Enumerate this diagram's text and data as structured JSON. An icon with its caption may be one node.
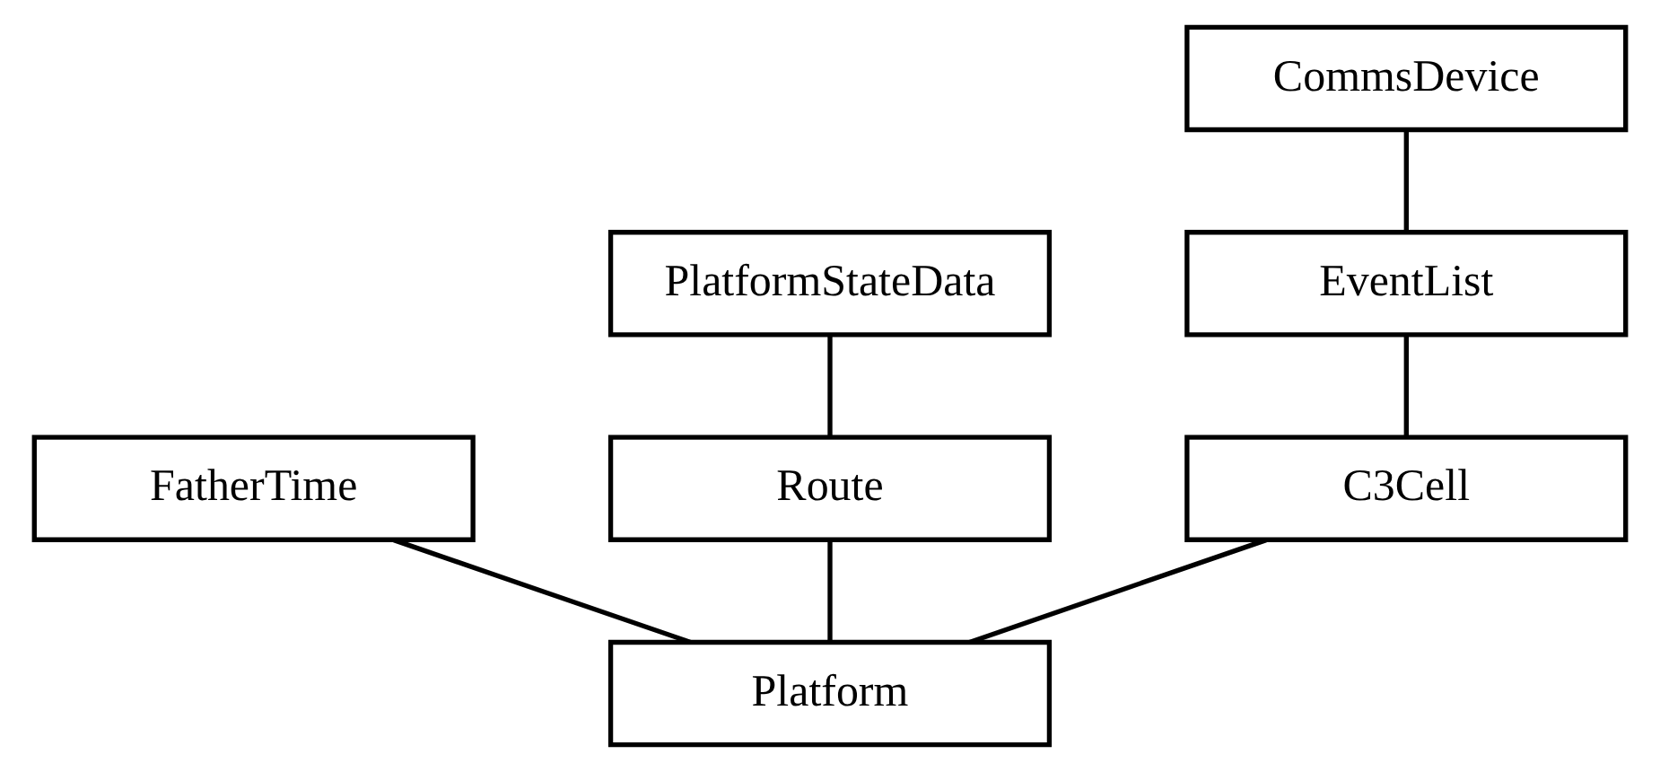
{
  "diagram": {
    "nodes": [
      {
        "text": [
          "CommsDevice"
        ]
      },
      {
        "text": [
          "PlatformStateData"
        ]
      },
      {
        "text": [
          "EventList"
        ]
      },
      {
        "text": [
          "FatherTime"
        ]
      },
      {
        "text": [
          "Route"
        ]
      },
      {
        "text": [
          "C3Cell"
        ]
      },
      {
        "text": [
          "Platform"
        ]
      }
    ],
    "edges": [
      {
        "from": 6,
        "to": 3,
        "arrow": "none"
      },
      {
        "from": 6,
        "to": 4,
        "arrow": "none"
      },
      {
        "from": 6,
        "to": 5,
        "arrow": "none"
      },
      {
        "from": 4,
        "to": 1,
        "arrow": "none"
      },
      {
        "from": 5,
        "to": 2,
        "arrow": "none"
      },
      {
        "from": 2,
        "to": 0,
        "arrow": "none"
      }
    ]
  }
}
